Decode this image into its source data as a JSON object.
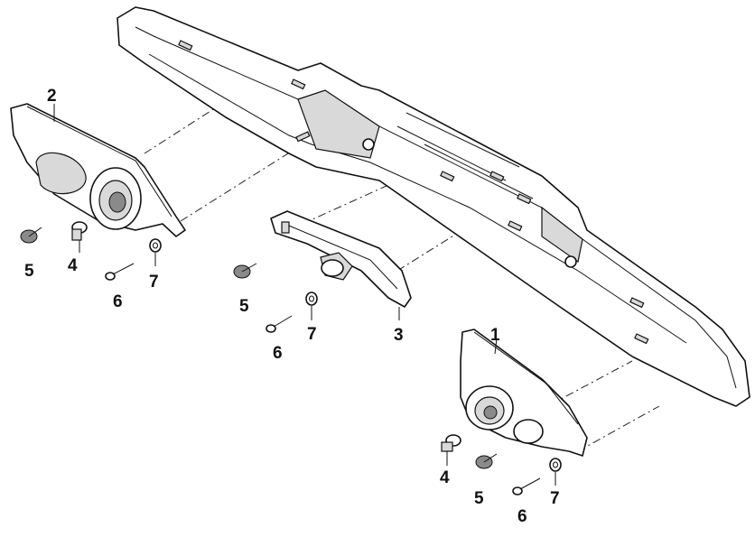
{
  "callouts": {
    "p1": "1",
    "p2": "2",
    "p3": "3",
    "p4a": "4",
    "p4b": "4",
    "p5a": "5",
    "p5b": "5",
    "p5c": "5",
    "p6a": "6",
    "p6b": "6",
    "p6c": "6",
    "p7a": "7",
    "p7b": "7",
    "p7c": "7"
  }
}
